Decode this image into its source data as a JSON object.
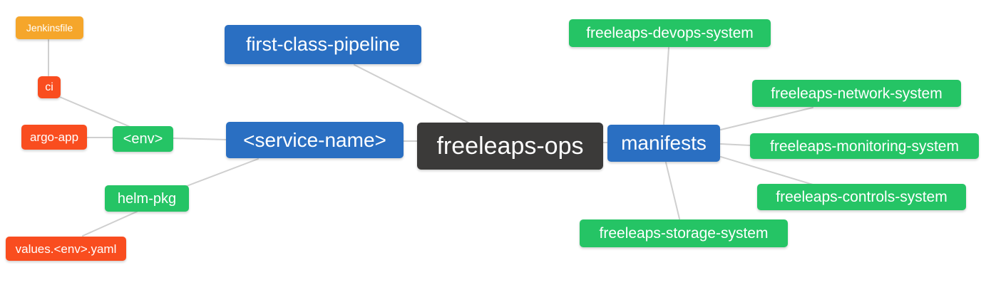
{
  "diagram": {
    "type": "mindmap",
    "root": "freeleaps-ops",
    "nodes": {
      "freeleaps_ops": {
        "label": "freeleaps-ops",
        "color": "#3b3a39"
      },
      "first_class_pipeline": {
        "label": "first-class-pipeline",
        "color": "#2a6fc2"
      },
      "service_name": {
        "label": "<service-name>",
        "color": "#2a6fc2"
      },
      "manifests": {
        "label": "manifests",
        "color": "#2a6fc2"
      },
      "env": {
        "label": "<env>",
        "color": "#25c465"
      },
      "helm_pkg": {
        "label": "helm-pkg",
        "color": "#25c465"
      },
      "ci": {
        "label": "ci",
        "color": "#f94d1f"
      },
      "argo_app": {
        "label": "argo-app",
        "color": "#f94d1f"
      },
      "values_env_yaml": {
        "label": "values.<env>.yaml",
        "color": "#f94d1f"
      },
      "jenkinsfile": {
        "label": "Jenkinsfile",
        "color": "#f5a62b"
      },
      "devops_system": {
        "label": "freeleaps-devops-system",
        "color": "#25c465"
      },
      "network_system": {
        "label": "freeleaps-network-system",
        "color": "#25c465"
      },
      "monitoring_system": {
        "label": "freeleaps-monitoring-system",
        "color": "#25c465"
      },
      "controls_system": {
        "label": "freeleaps-controls-system",
        "color": "#25c465"
      },
      "storage_system": {
        "label": "freeleaps-storage-system",
        "color": "#25c465"
      }
    },
    "edges": [
      [
        "jenkinsfile",
        "ci"
      ],
      [
        "ci",
        "env"
      ],
      [
        "argo_app",
        "env"
      ],
      [
        "env",
        "service_name"
      ],
      [
        "helm_pkg",
        "service_name"
      ],
      [
        "values_env_yaml",
        "helm_pkg"
      ],
      [
        "service_name",
        "freeleaps_ops"
      ],
      [
        "first_class_pipeline",
        "freeleaps_ops"
      ],
      [
        "freeleaps_ops",
        "manifests"
      ],
      [
        "manifests",
        "devops_system"
      ],
      [
        "manifests",
        "network_system"
      ],
      [
        "manifests",
        "monitoring_system"
      ],
      [
        "manifests",
        "controls_system"
      ],
      [
        "manifests",
        "storage_system"
      ]
    ],
    "palette": {
      "root_dark": "#3b3a39",
      "branch_blue": "#2a6fc2",
      "leaf_green": "#25c465",
      "leaf_red": "#f94d1f",
      "leaf_orange": "#f5a62b",
      "edge_gray": "#cfcfcf",
      "text": "#ffffff",
      "background": "#ffffff"
    }
  }
}
